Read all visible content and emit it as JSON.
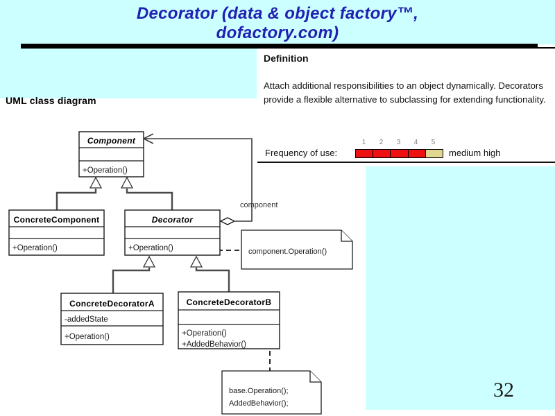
{
  "slide": {
    "title_line1": "Decorator (data & object factory™,",
    "title_line2": "dofactory.com)",
    "title_color": "#2020b2",
    "background_cyan": "#ccffff",
    "section_label": "UML class diagram",
    "page_number": "32"
  },
  "definition_panel": {
    "heading": "Definition",
    "body": "Attach additional responsibilities to an object dynamically. Decorators provide a flexible alternative to subclassing for extending functionality.",
    "frequency": {
      "label": "Frequency of use:",
      "scale": [
        "1",
        "2",
        "3",
        "4",
        "5"
      ],
      "filled": 4,
      "filled_color": "#ee1111",
      "last_color": "#e0d793",
      "rating_text": "medium high"
    }
  },
  "diagram": {
    "classes": [
      {
        "name": "Component",
        "abstract": true,
        "attrs": [],
        "ops": [
          "+Operation()"
        ]
      },
      {
        "name": "ConcreteComponent",
        "abstract": false,
        "attrs": [],
        "ops": [
          "+Operation()"
        ]
      },
      {
        "name": "Decorator",
        "abstract": true,
        "attrs": [],
        "ops": [
          "+Operation()"
        ]
      },
      {
        "name": "ConcreteDecoratorA",
        "abstract": false,
        "attrs": [
          "-addedState"
        ],
        "ops": [
          "+Operation()"
        ]
      },
      {
        "name": "ConcreteDecoratorB",
        "abstract": false,
        "attrs": [],
        "ops": [
          "+Operation()",
          "+AddedBehavior()"
        ]
      }
    ],
    "notes": [
      {
        "lines": [
          "component.Operation()"
        ]
      },
      {
        "lines": [
          "base.Operation();",
          "AddedBehavior();"
        ]
      }
    ],
    "labels": {
      "aggregation_role": "component"
    }
  }
}
